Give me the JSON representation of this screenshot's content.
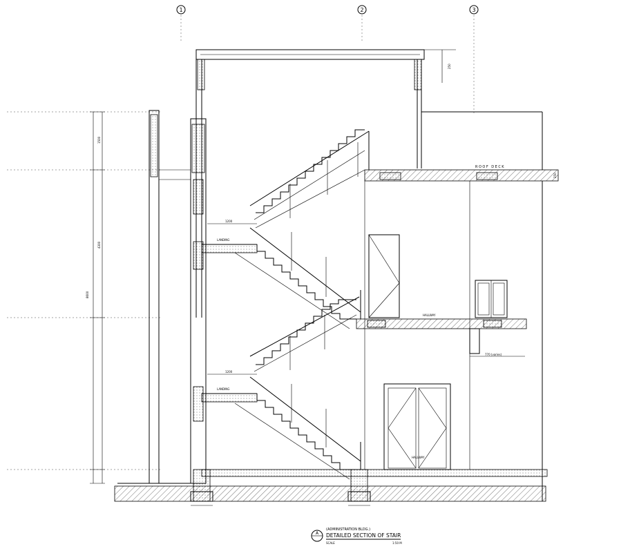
{
  "grid": {
    "markers": [
      "1",
      "2",
      "3"
    ]
  },
  "labels": {
    "roof_deck": "ROOF DECK",
    "landing_upper": "LANDING",
    "landing_lower": "LANDING",
    "hallway_mid": "HALLWAY",
    "hallway_ground": "HALLWAY",
    "title_sub": "(ADMINISTRATION BLDG.)",
    "title_main": "DETAILED SECTION OF STAIR",
    "scale_label": "SCALE",
    "scale_value": "1:50 M",
    "section_mark": "A"
  },
  "dims": {
    "left_total": "8600",
    "left_upper": "1500",
    "left_mid": "4300",
    "roof_thk": "250",
    "deck_right": "250",
    "cantilever": "770 (varies)",
    "landing_w_upper": "1200",
    "landing_w_lower": "1200"
  }
}
